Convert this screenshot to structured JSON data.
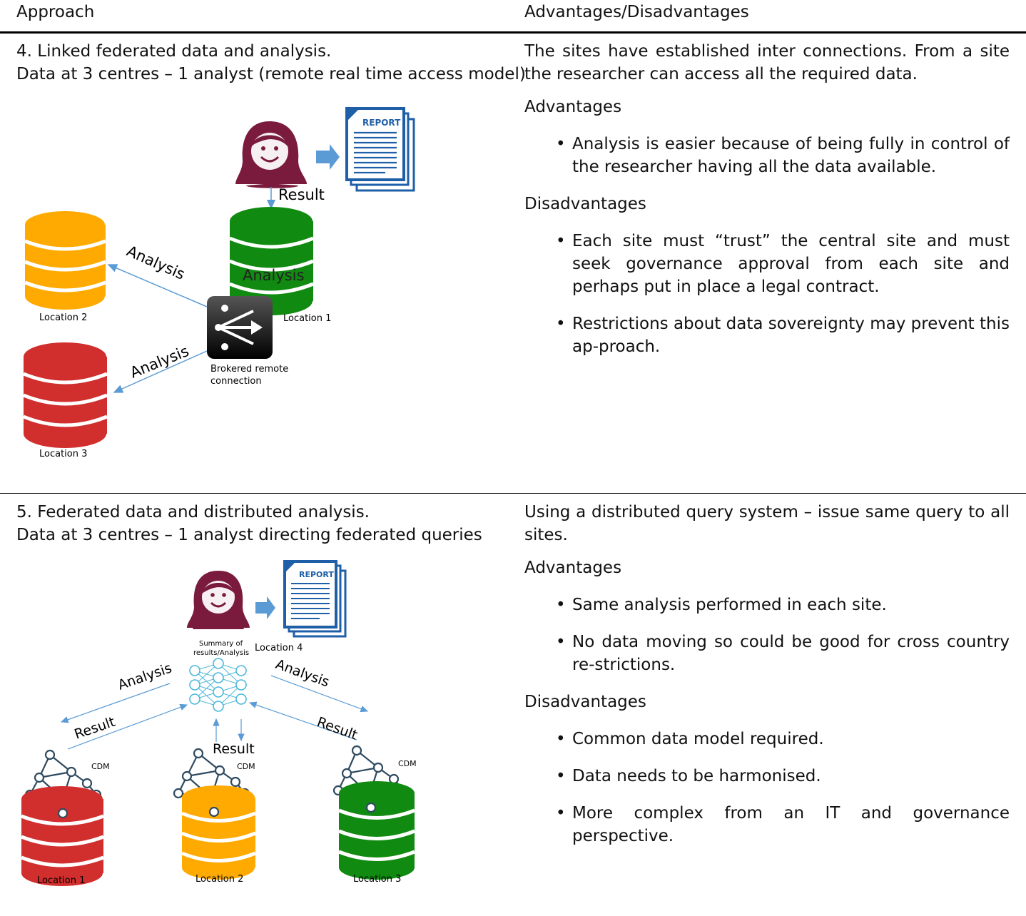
{
  "header": {
    "approach": "Approach",
    "adv_disadv": "Advantages/Disadvantages"
  },
  "row4": {
    "title": "4. Linked federated data and analysis.",
    "subtitle": "Data at 3 centres – 1 analyst (remote real time access model)",
    "diagram": {
      "report": "REPORT",
      "result": "Result",
      "analysis_center": "Analysis",
      "analysis_up": "Analysis",
      "analysis_down": "Analysis",
      "location1": "Location 1",
      "location2": "Location 2",
      "location3": "Location 3",
      "broker_line1": "Brokered remote",
      "broker_line2": "connection"
    },
    "intro": "The sites have established inter connections. From a site the researcher can access all the required data.",
    "advantages_heading": "Advantages",
    "advantages": [
      "Analysis is easier because of being fully in control of the researcher having all the data available."
    ],
    "disadvantages_heading": "Disadvantages",
    "disadvantages": [
      "Each site must “trust” the central site and must seek governance approval from each site and perhaps put in place a legal contract.",
      "Restrictions about data sovereignty may prevent this ap-proach."
    ]
  },
  "row5": {
    "title": "5. Federated data and distributed analysis.",
    "subtitle": "Data at 3 centres – 1 analyst directing federated queries",
    "diagram": {
      "report": "REPORT",
      "summary_line1": "Summary of",
      "summary_line2": "results/Analysis",
      "location4": "Location 4",
      "analysis_left": "Analysis",
      "analysis_right": "Analysis",
      "result_left": "Result",
      "result_mid": "Result",
      "result_right": "Result",
      "cdm1": "CDM",
      "cdm2": "CDM",
      "cdm3": "CDM",
      "location1": "Location 1",
      "location2": "Location 2",
      "location3": "Location 3"
    },
    "intro": "Using a distributed query system – issue same query to all sites.",
    "advantages_heading": "Advantages",
    "advantages": [
      "Same analysis performed in each site.",
      "No data moving so could be good for cross country re-strictions."
    ],
    "disadvantages_heading": "Disadvantages",
    "disadvantages": [
      "Common data model required.",
      "Data needs to be harmonised.",
      "More complex from an IT and governance perspective."
    ]
  },
  "colors": {
    "green": "#118a11",
    "orange": "#ffaa00",
    "red": "#d12e2e",
    "person": "#7a1a3c",
    "doc": "#1f5fa8",
    "arrow": "#5b9bd5"
  }
}
